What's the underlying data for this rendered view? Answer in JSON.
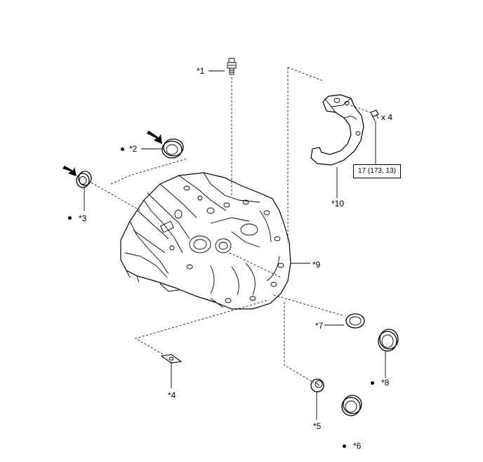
{
  "parts": {
    "p1": "*1",
    "p2": "*2",
    "p3": "*3",
    "p4": "*4",
    "p5": "*5",
    "p6": "*6",
    "p7": "*7",
    "p8": "*8",
    "p9": "*9",
    "p10": "*10"
  },
  "bolt_qty": "x 4",
  "torque_spec": "17 (173, 13)"
}
